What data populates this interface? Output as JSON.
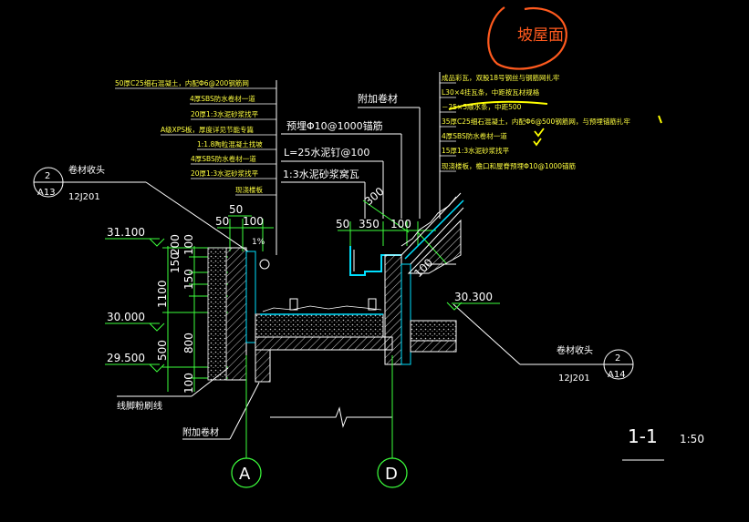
{
  "annotation": {
    "handwritten": "坡屋面",
    "color": "#ff5a1e",
    "highlight_color": "#ffff00"
  },
  "left_notes": [
    "50厚C25细石混凝土，内配Φ6@200钢筋网",
    "4厚SBS防水卷材一道",
    "20厚1:3水泥砂浆找平",
    "A级XPS板，厚度详见节能专篇",
    "1:1.8陶粒混凝土找坡",
    "4厚SBS防水卷材一道",
    "20厚1:3水泥砂浆找平",
    "现浇楼板"
  ],
  "right_notes": [
    "成品彩瓦，双股18号钢丝与钢筋网扎牢",
    "L30×4挂瓦条，中距按瓦材规格",
    "－25×5顺水条，中距500",
    "35厚C25细石混凝土，内配Φ6@500钢筋网，与预埋锚筋扎牢",
    "4厚SBS防水卷材一道",
    "15厚1:3水泥砂浆找平",
    "现浇楼板，檐口和屋脊预埋Φ10@1000锚筋"
  ],
  "center_labels": {
    "added_membrane_top": "附加卷材",
    "anchor_bar": "预埋Φ10@1000锚筋",
    "nail": "L=25水泥钉@100",
    "mortar_tile": "1:3水泥砂浆窝瓦",
    "added_membrane_bottom": "附加卷材",
    "skirting": "线脚粉刷线"
  },
  "callouts": [
    {
      "number": "2",
      "sheet": "A13",
      "title": "卷材收头",
      "atlas": "12J201"
    },
    {
      "number": "2",
      "sheet": "A14",
      "title": "卷材收头",
      "atlas": "12J201"
    }
  ],
  "dimensions": {
    "d50_top": "50",
    "d50_left": "50",
    "d100_left": "100",
    "d50_mid": "50",
    "d350": "350",
    "d100_mid": "100",
    "d300": "300",
    "d100_right": "100",
    "slope": "1%",
    "v150": "150",
    "v200": "200",
    "v100": "100",
    "v150b": "150",
    "v1100": "1100",
    "v800": "800",
    "v500": "500",
    "v100b": "100"
  },
  "elevations": {
    "e1": "31.100",
    "e2": "30.000",
    "e3": "29.500",
    "e4": "30.300"
  },
  "axes": [
    "A",
    "D"
  ],
  "section": {
    "label": "1-1",
    "scale": "1:50"
  }
}
